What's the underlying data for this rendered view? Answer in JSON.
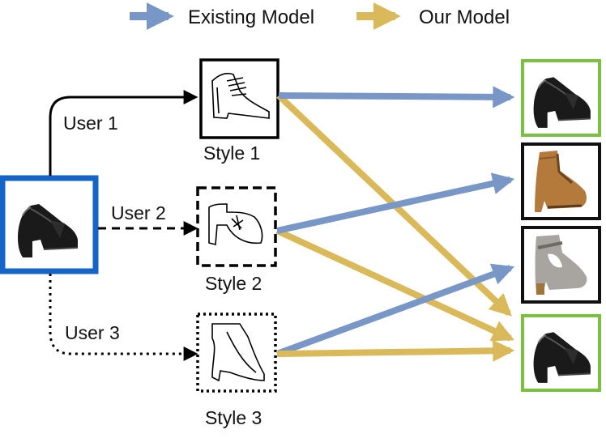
{
  "legend": {
    "existing": {
      "label": "Existing Model",
      "color": "#7897c6"
    },
    "ours": {
      "label": "Our Model",
      "color": "#d9b95a"
    }
  },
  "users": [
    {
      "label": "User 1",
      "line": "solid"
    },
    {
      "label": "User 2",
      "line": "dashed"
    },
    {
      "label": "User 3",
      "line": "dotted"
    }
  ],
  "sketches": [
    {
      "label": "Style 1",
      "border": "solid"
    },
    {
      "label": "Style 2",
      "border": "dashed"
    },
    {
      "label": "Style 3",
      "border": "dotted"
    }
  ],
  "query_photo": {
    "icon": "shoe-photo-icon",
    "frame_color": "#1565c8"
  },
  "results": [
    {
      "icon": "black-heeled-shoe-icon",
      "frame_color": "#7ac142",
      "match": true
    },
    {
      "icon": "tan-chelsea-boot-icon",
      "frame_color": "#111111",
      "match": false
    },
    {
      "icon": "grey-cutout-boot-icon",
      "frame_color": "#111111",
      "match": false
    },
    {
      "icon": "black-heeled-shoe-icon",
      "frame_color": "#7ac142",
      "match": true
    }
  ],
  "colors": {
    "existing": "#7897c6",
    "ours": "#d9b95a"
  }
}
